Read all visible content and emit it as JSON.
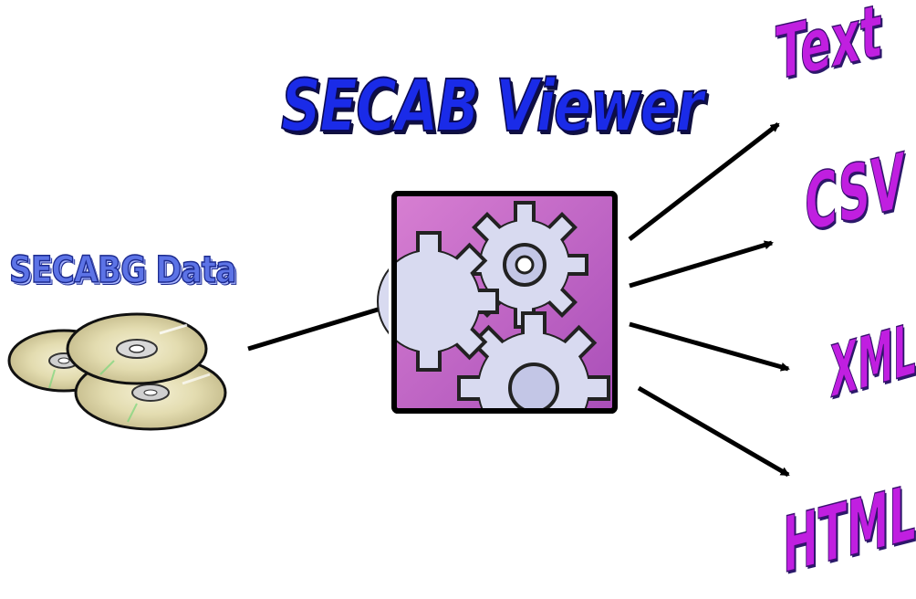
{
  "title": "SECAB Viewer",
  "source": {
    "label": "SECABG Data",
    "icon": "cd-discs-icon"
  },
  "processor": {
    "icon": "gears-icon"
  },
  "outputs": [
    {
      "label": "Text"
    },
    {
      "label": "CSV"
    },
    {
      "label": "XML"
    },
    {
      "label": "HTML"
    }
  ],
  "colors": {
    "title": "#1a2be8",
    "source_label": "#5c73e6",
    "output_label": "#c01fe0",
    "gear_background": "#c462c6",
    "gear_fill": "#d8daf0",
    "arrow": "#000000"
  }
}
